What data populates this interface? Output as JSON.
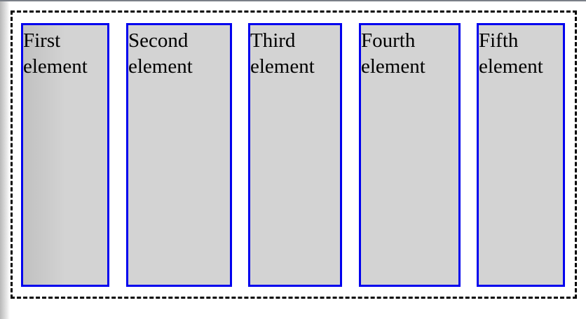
{
  "flex_demo": {
    "items": [
      {
        "label": "First element"
      },
      {
        "label": "Second element"
      },
      {
        "label": "Third element"
      },
      {
        "label": "Fourth element"
      },
      {
        "label": "Fifth element"
      }
    ]
  },
  "colors": {
    "item_border": "#0000ee",
    "item_background": "#d3d3d3",
    "container_border": "#000000"
  }
}
